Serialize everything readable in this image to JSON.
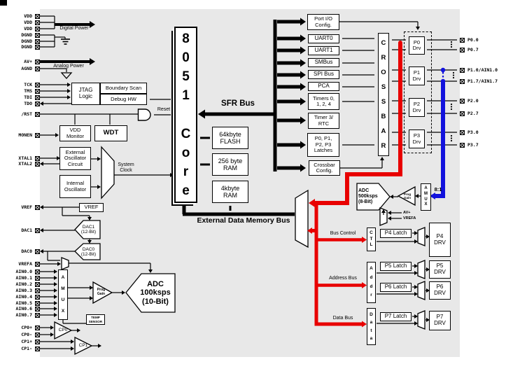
{
  "colors": {
    "diagram_bg": "#e8e8e8",
    "line": "#000000",
    "bus_red": "#e80000",
    "bus_blue": "#1212dd",
    "box_bg": "#ffffff"
  },
  "pins": {
    "left": [
      "VDD",
      "VDD",
      "VDD",
      "DGND",
      "DGND",
      "DGND",
      "AV+",
      "AGND",
      "TCK",
      "TMS",
      "TDI",
      "TDO",
      "/RST",
      "MONEN",
      "XTAL1",
      "XTAL2",
      "VREF",
      "DAC1",
      "DAC0",
      "VREFA",
      "AIN0.0",
      "AIN0.1",
      "AIN0.2",
      "AIN0.3",
      "AIN0.4",
      "AIN0.5",
      "AIN0.6",
      "AIN0.7",
      "CP0+",
      "CP0-",
      "CP1+",
      "CP1-"
    ],
    "right": [
      "P0.0",
      "P0.7",
      "P1.0/AIN1.0",
      "P1.7/AIN1.7",
      "P2.0",
      "P2.7",
      "P3.0",
      "P3.7"
    ]
  },
  "blocks": {
    "core": "8051 Core",
    "crossbar": "CROSSBAR",
    "jtag": "JTAG\nLogic",
    "boundary_scan": "Boundary Scan",
    "debug_hw": "Debug HW",
    "vdd_monitor": "VDD\nMonitor",
    "wdt": "WDT",
    "ext_osc": "External\nOscillator\nCircuit",
    "int_osc": "Internal\nOscillator",
    "vref": "VREF",
    "dac1": "DAC1\n(12-Bit)",
    "dac0": "DAC0\n(12-Bit)",
    "amux0": "AMUX",
    "prog_gain0": "Prog\nGain",
    "adc0": "ADC\n100ksps\n(10-Bit)",
    "temp_sensor": "TEMP\nSENSOR",
    "cp0": "CP0",
    "cp1": "CP1",
    "flash": "64kbyte\nFLASH",
    "ram256": "256 byte\nRAM",
    "ram4k": "4kbyte\nRAM",
    "port_io": "Port I/O\nConfig.",
    "uart0": "UART0",
    "uart1": "UART1",
    "smbus": "SMBus",
    "spi": "SPI Bus",
    "pca": "PCA",
    "timers": "Timers 0,\n1, 2, 4",
    "timer3": "Timer 3/\nRTC",
    "latches": "P0, P1,\nP2, P3\nLatches",
    "xbar_cfg": "Crossbar\nConfig.",
    "p0drv": "P0\nDrv",
    "p1drv": "P1\nDrv",
    "p2drv": "P2\nDrv",
    "p3drv": "P3\nDrv",
    "adc1": "ADC\n500ksps\n(8-Bit)",
    "prog_gain1": "Prog\nGain",
    "amux1": "AMUX",
    "amux1_ratio": "8:1",
    "ctl": "CTL",
    "addr": "Addr",
    "data": "Data",
    "p4_latch": "P4 Latch",
    "p5_latch": "P5 Latch",
    "p6_latch": "P6 Latch",
    "p7_latch": "P7 Latch",
    "p4_drv": "P4\nDRV",
    "p5_drv": "P5\nDRV",
    "p6_drv": "P6\nDRV",
    "p7_drv": "P7\nDRV"
  },
  "labels": {
    "digital_power": "Digital Power",
    "analog_power": "Analog Power",
    "reset": "Reset",
    "system_clock": "System\nClock",
    "sfr_bus": "SFR Bus",
    "edm_bus": "External Data Memory Bus",
    "bus_control": "Bus Control",
    "address_bus": "Address Bus",
    "data_bus": "Data Bus",
    "av_plus": "AV+",
    "vrefa": "VREFA"
  }
}
